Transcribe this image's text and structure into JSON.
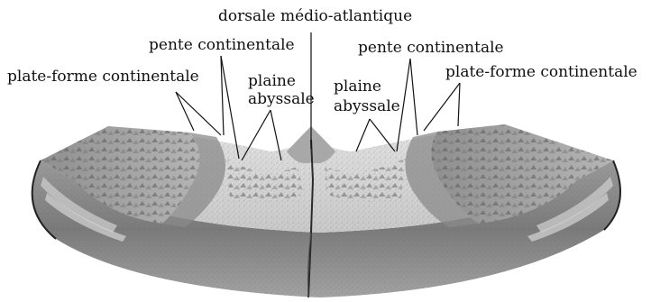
{
  "labels": {
    "ridge": "dorsale médio-atlantique",
    "slope_left": "pente continentale",
    "slope_right": "pente continentale",
    "shelf_left": "plate-forme continentale",
    "shelf_right": "plate-forme continentale",
    "plain_left_line1": "plaine",
    "plain_left_line2": "abyssale",
    "plain_right_line1": "plaine",
    "plain_right_line2": "abyssale"
  }
}
